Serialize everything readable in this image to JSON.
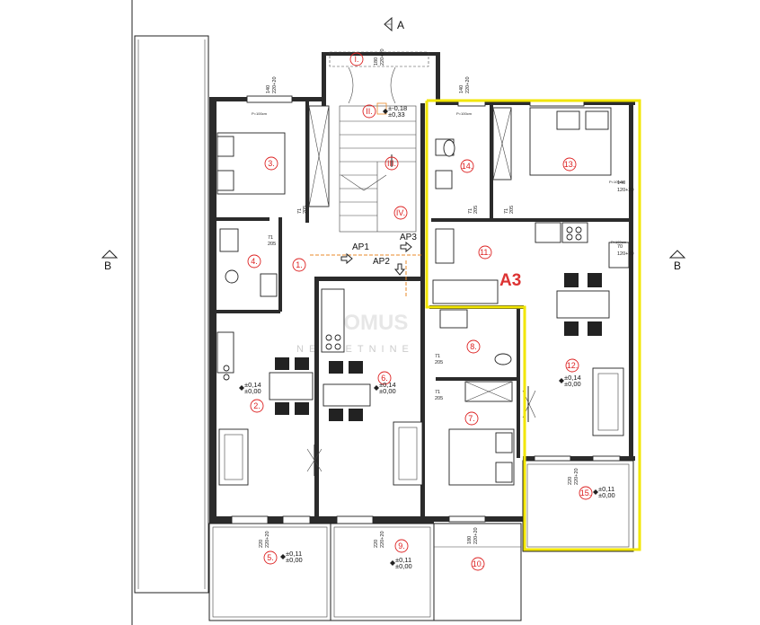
{
  "section_marks": {
    "a": "A",
    "b_left": "B",
    "b_right": "B"
  },
  "apartments": {
    "ap1": "AP1",
    "ap2": "AP2",
    "ap3": "AP3",
    "highlight": "A3"
  },
  "rooms": [
    "1.",
    "2.",
    "3.",
    "4.",
    "5.",
    "6.",
    "7.",
    "8.",
    "9.",
    "10.",
    "11.",
    "12.",
    "13.",
    "14.",
    "15.",
    "I.",
    "II.",
    "III.",
    "IV."
  ],
  "levels": {
    "stair": {
      "top": "-0,18",
      "bottom": "0,33"
    },
    "room2": {
      "top": "0,14",
      "bottom": "0,00"
    },
    "room6": {
      "top": "0,14",
      "bottom": "0,00"
    },
    "room12": {
      "top": "0,14",
      "bottom": "0,00"
    },
    "room5": {
      "top": "0,11",
      "bottom": "0,00"
    },
    "room9": {
      "top": "0,11",
      "bottom": "0,00"
    },
    "room15": {
      "top": "0,11",
      "bottom": "0,00"
    }
  },
  "dimensions": {
    "d140": "140",
    "d220_20": "220+20",
    "d180": "180",
    "d120_20": "120+20",
    "d71": "71",
    "d205": "205",
    "d70": "70",
    "d220": "220",
    "p100": "P=100cm"
  },
  "watermark": "DOMUS",
  "watermark_sub": "NEKRETNINE",
  "colors": {
    "highlight": "#f2e600",
    "numbers": "#d22222",
    "a3": "#d33333"
  }
}
